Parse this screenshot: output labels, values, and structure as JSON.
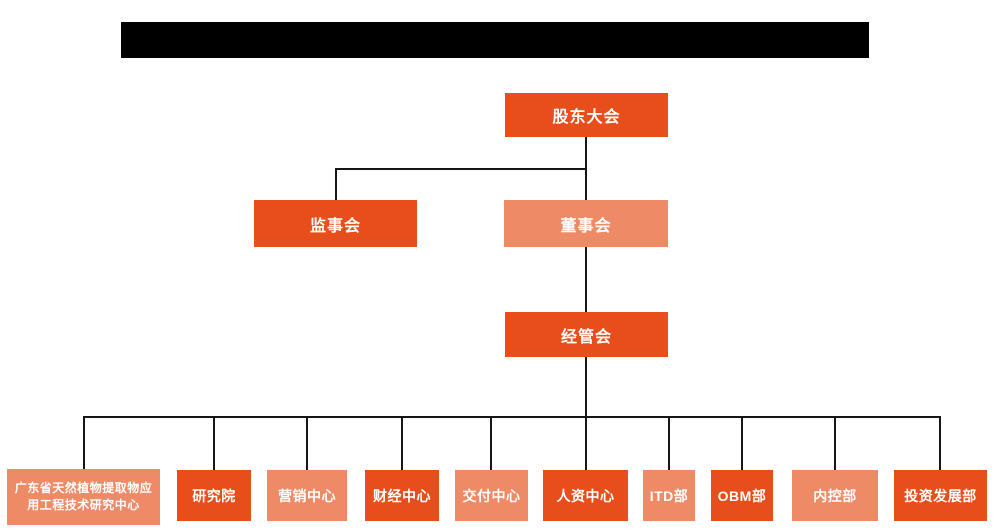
{
  "colors": {
    "primary": "#E84E1C",
    "secondary": "#EE8A66",
    "connector": "#161616",
    "redaction": "#000000",
    "text": "#FFFFFF"
  },
  "org_chart": {
    "nodes": {
      "shareholders": "股东大会",
      "supervisory": "监事会",
      "board": "董事会",
      "management": "经管会"
    },
    "departments": [
      "广东省天然植物提取物应用工程技术研究中心",
      "研究院",
      "营销中心",
      "财经中心",
      "交付中心",
      "人资中心",
      "ITD部",
      "OBM部",
      "内控部",
      "投资发展部"
    ]
  }
}
